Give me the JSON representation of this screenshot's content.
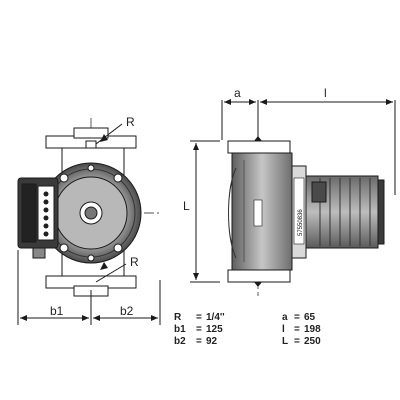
{
  "labels": {
    "r_top": "R",
    "r_bottom": "R",
    "b1": "b1",
    "b2": "b2",
    "a": "a",
    "l": "l",
    "L": "L"
  },
  "nameplate_serial": "57550836",
  "legend_left": [
    {
      "key": "R",
      "value": "1/4''"
    },
    {
      "key": "b1",
      "value": "125"
    },
    {
      "key": "b2",
      "value": "92"
    }
  ],
  "legend_right": [
    {
      "key": "a",
      "value": "65"
    },
    {
      "key": "l",
      "value": "198"
    },
    {
      "key": "L",
      "value": "250"
    }
  ],
  "colors": {
    "line": "#1a1a1a",
    "metal_dark": "#555555",
    "metal_mid": "#8a8a8a",
    "metal_light": "#c8c8c8",
    "background": "#ffffff"
  }
}
